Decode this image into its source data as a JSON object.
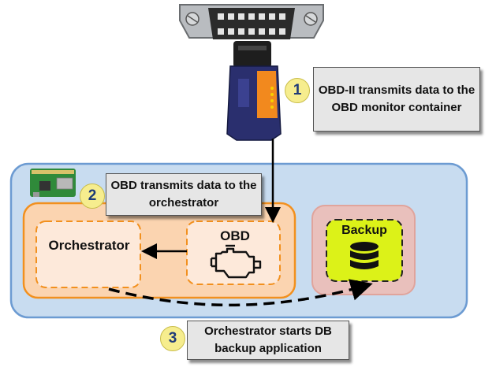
{
  "steps": [
    {
      "number": "1",
      "text": "OBD-II transmits data to the OBD monitor container"
    },
    {
      "number": "2",
      "text": "OBD transmits data to the orchestrator"
    },
    {
      "number": "3",
      "text": "Orchestrator starts DB backup application"
    }
  ],
  "containers": {
    "obd": "OBD",
    "orchestrator": "Orchestrator",
    "backup": "Backup"
  },
  "icons": {
    "obd_connector": "obd2-port-icon",
    "dongle": "elm327-dongle-icon",
    "board": "raspberry-pi-icon",
    "engine": "engine-icon",
    "database": "database-icon"
  },
  "colors": {
    "host_fill": "#c8dcf0",
    "host_stroke": "#6c9bd2",
    "group_fill": "#fbd4b0",
    "group_stroke": "#f2901e",
    "backup_fill": "#e9c0bc",
    "backup_inner": "#dcf218",
    "badge_fill": "#f6ed8e",
    "badge_text": "#1e3a78",
    "callout_fill": "#e6e6e6"
  }
}
